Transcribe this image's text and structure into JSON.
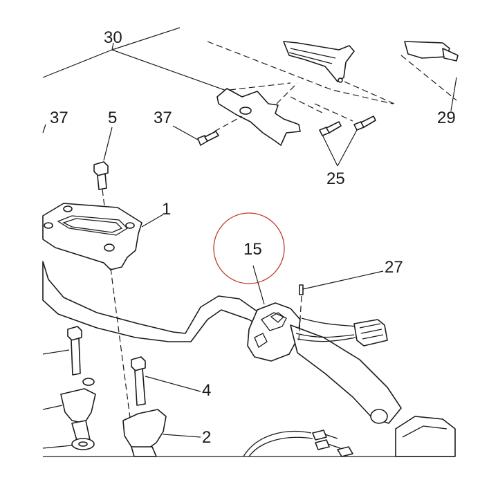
{
  "diagram": {
    "callouts": [
      {
        "id": "label-30",
        "text": "30"
      },
      {
        "id": "label-37-left",
        "text": "37"
      },
      {
        "id": "label-5",
        "text": "5"
      },
      {
        "id": "label-37-mid",
        "text": "37"
      },
      {
        "id": "label-29",
        "text": "29"
      },
      {
        "id": "label-25",
        "text": "25"
      },
      {
        "id": "label-1",
        "text": "1"
      },
      {
        "id": "label-15",
        "text": "15"
      },
      {
        "id": "label-27",
        "text": "27"
      },
      {
        "id": "label-4",
        "text": "4"
      },
      {
        "id": "label-2",
        "text": "2"
      }
    ],
    "highlight_color": "#c0392b",
    "line_color": "#1a1a1a",
    "background_color": "#ffffff"
  }
}
